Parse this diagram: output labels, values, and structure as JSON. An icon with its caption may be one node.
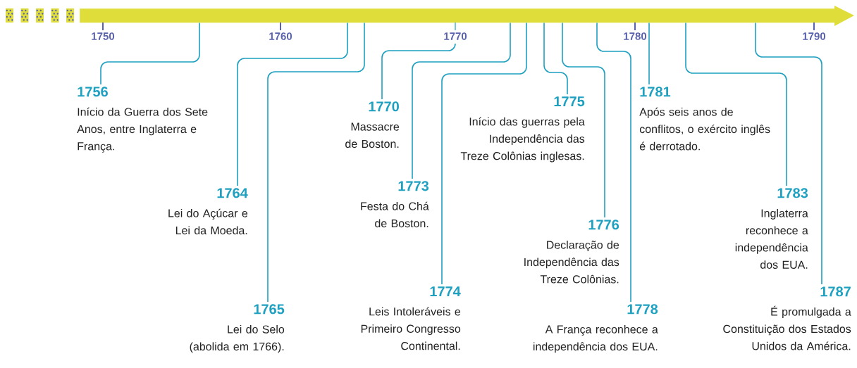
{
  "diagram": {
    "nodes": [
      {
        "text": [],
        "shape": "bar"
      },
      {
        "text": [
          "1756",
          "Início da Guerra dos Sete Anos, entre Inglaterra e França."
        ]
      },
      {
        "text": [
          "1764",
          "Lei do Açúcar e Lei da Moeda."
        ]
      },
      {
        "text": [
          "1765",
          "Lei do Selo (abolida em 1766)."
        ]
      },
      {
        "text": [
          "1770",
          "Massacre de Boston."
        ]
      },
      {
        "text": [
          "1773",
          "Festa do Chá de Boston."
        ]
      },
      {
        "text": [
          "1774",
          "Leis Intoleráveis e Primeiro Congresso Continental."
        ]
      },
      {
        "text": [
          "1775",
          "Início das guerras pela Independência das Treze Colônias inglesas."
        ]
      },
      {
        "text": [
          "1776",
          "Declaração de Independência das Treze Colônias."
        ]
      },
      {
        "text": [
          "1778",
          "A França reconhece a independência dos EUA."
        ]
      },
      {
        "text": [
          "1781",
          "Após seis anos de conflitos, o exército inglês é derrotado."
        ]
      },
      {
        "text": [
          "1783",
          "Inglaterra reconhece a independência dos EUA."
        ]
      },
      {
        "text": [
          "1787",
          "É promulgada a Constituição dos Estados Unidos da América."
        ]
      }
    ],
    "edges": [
      {
        "from": 1,
        "to": 0,
        "arrow": "none"
      },
      {
        "from": 2,
        "to": 0,
        "arrow": "none"
      },
      {
        "from": 3,
        "to": 0,
        "arrow": "none"
      },
      {
        "from": 4,
        "to": 0,
        "arrow": "none"
      },
      {
        "from": 5,
        "to": 0,
        "arrow": "none"
      },
      {
        "from": 6,
        "to": 0,
        "arrow": "none"
      },
      {
        "from": 7,
        "to": 0,
        "arrow": "none"
      },
      {
        "from": 8,
        "to": 0,
        "arrow": "none"
      },
      {
        "from": 9,
        "to": 0,
        "arrow": "none"
      },
      {
        "from": 10,
        "to": 0,
        "arrow": "none"
      },
      {
        "from": 11,
        "to": 0,
        "arrow": "none"
      },
      {
        "from": 12,
        "to": 0,
        "arrow": "none"
      }
    ],
    "labels": [
      "1750",
      "1760",
      "1770",
      "1780",
      "1790"
    ]
  }
}
